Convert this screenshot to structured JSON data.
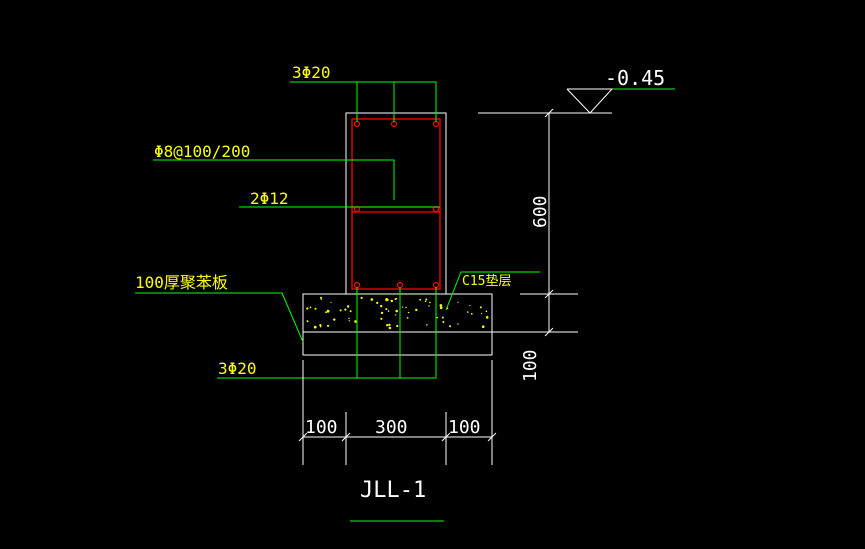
{
  "drawing": {
    "title": "JLL-1",
    "elevation": "-0.45",
    "labels": {
      "top_rebar": "3Φ20",
      "stirrup": "Φ8@100/200",
      "side_rebar": "2Φ12",
      "polystyrene_board": "100厚聚苯板",
      "cushion": "C15垫层",
      "bottom_rebar": "3Φ20"
    },
    "dimensions": {
      "beam_height": "600",
      "cushion_thickness": "100",
      "left_offset": "100",
      "beam_width": "300",
      "right_offset": "100"
    }
  },
  "colors": {
    "background": "#000000",
    "text": "#ffff00",
    "leader": "#00ff00",
    "outline": "#ffffff",
    "rebar": "#ff0000",
    "concrete_speckle": "#ffff00"
  }
}
